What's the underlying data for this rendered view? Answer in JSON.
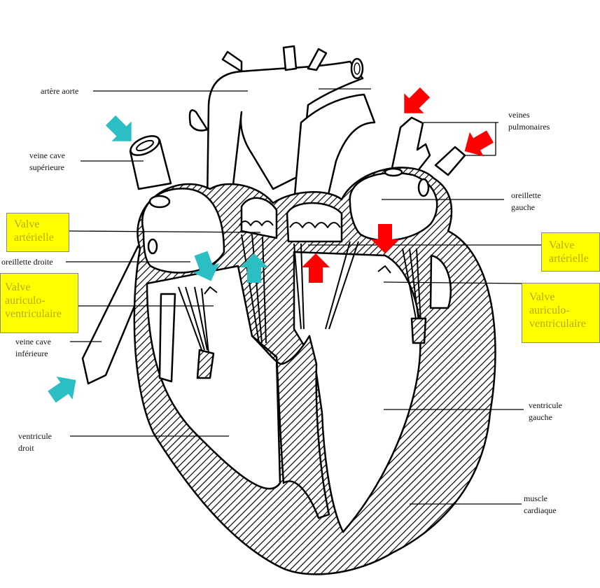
{
  "labels": {
    "aorta": "artère aorte",
    "superior_vena_cava": [
      "veine cave",
      "supérieure"
    ],
    "right_atrium": "oreillette droite",
    "inferior_vena_cava": [
      "veine cave",
      "inférieure"
    ],
    "right_ventricle": [
      "ventricule",
      "droit"
    ],
    "pulmonary_veins": [
      "veines",
      "pulmonaires"
    ],
    "left_atrium": [
      "oreillette",
      "gauche"
    ],
    "left_ventricle": [
      "ventricule",
      "gauche"
    ],
    "heart_muscle": [
      "muscle",
      "cardiaque"
    ]
  },
  "boxes": {
    "left_arterial_valve": [
      "Valve",
      "artérielle"
    ],
    "left_av_valve": [
      "Valve",
      "auriculo-",
      "ventriculaire"
    ],
    "right_arterial_valve": [
      "Valve",
      "artérielle"
    ],
    "right_av_valve": [
      "Valve",
      "auriculo-",
      "ventriculaire"
    ]
  },
  "colors": {
    "deoxygenated_arrow": "#2bbfc4",
    "oxygenated_arrow": "#ff0000",
    "label_box_fill": "#ffff00",
    "label_box_text": "#b8a800",
    "outline": "#000000"
  }
}
